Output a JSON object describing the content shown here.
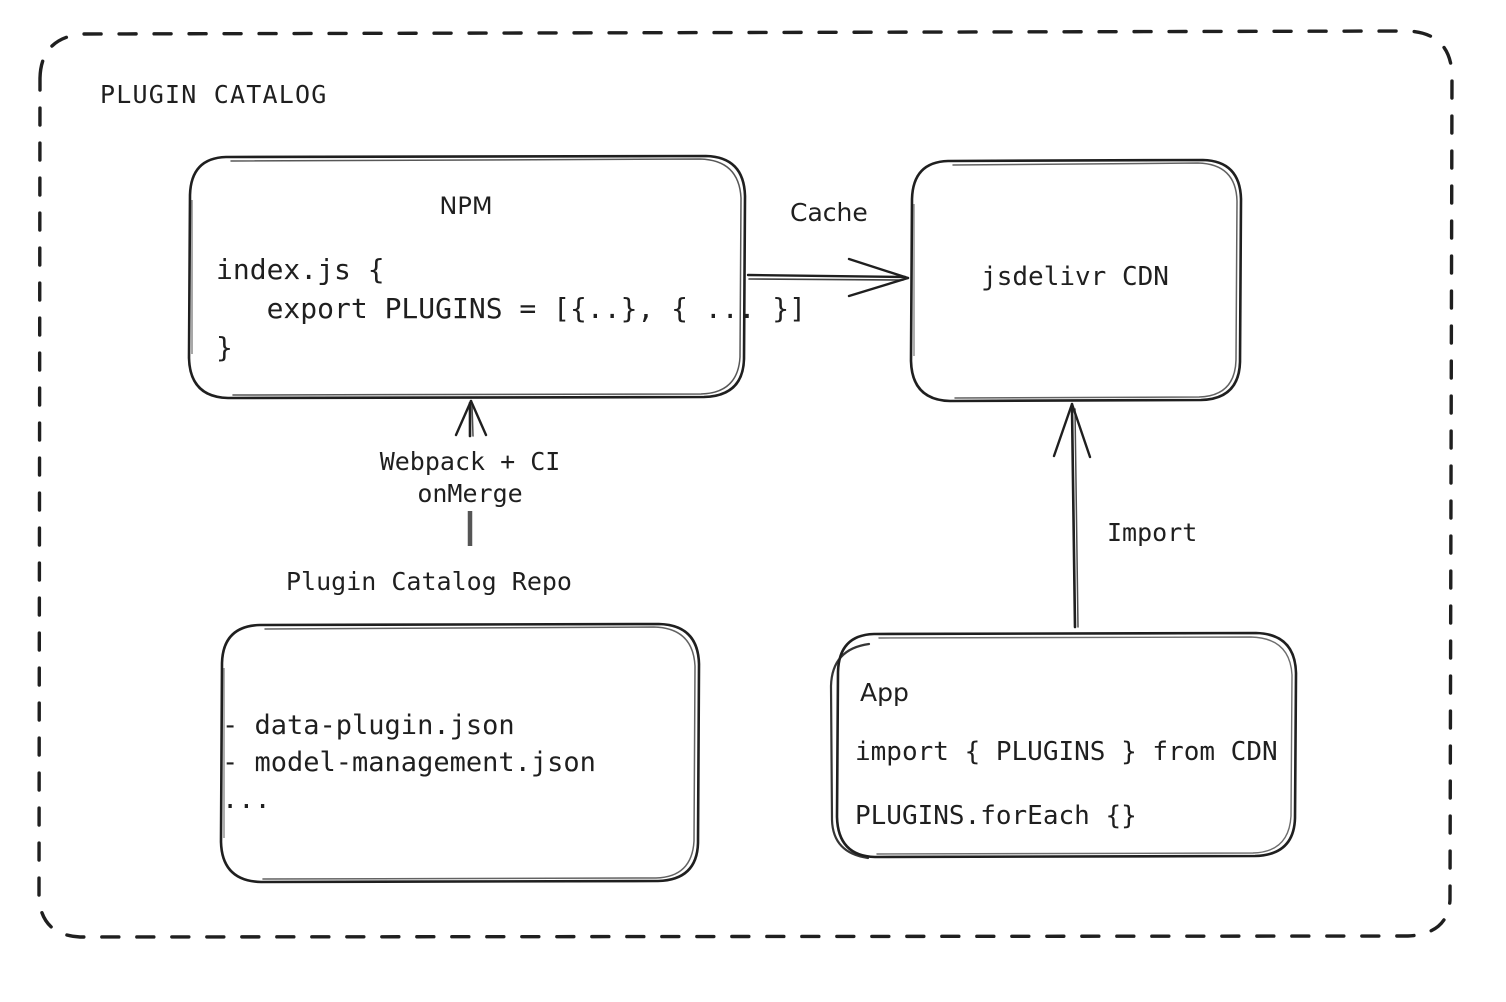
{
  "diagram": {
    "title": "PLUGIN CATALOG",
    "background": "#ffffff",
    "stroke_color": "#1f1f1f",
    "text_color": "#1f1f1f"
  },
  "nodes": {
    "npm": {
      "heading": "NPM",
      "code": "index.js {\n   export PLUGINS = [{..}, { ... }]\n}"
    },
    "cdn": {
      "heading": "jsdelivr CDN"
    },
    "repo": {
      "caption": "Plugin Catalog Repo",
      "items": "- data-plugin.json\n- model-management.json\n..."
    },
    "app": {
      "heading": "App",
      "code_line_1": "import { PLUGINS } from CDN",
      "code_line_2": "PLUGINS.forEach {}"
    }
  },
  "edges": {
    "cache": {
      "label": "Cache",
      "from": "npm",
      "to": "cdn",
      "direction": "right"
    },
    "build": {
      "label_line_1": "Webpack + CI",
      "label_line_2": "onMerge",
      "from": "repo",
      "to": "npm",
      "direction": "up"
    },
    "import": {
      "label": "Import",
      "from": "app",
      "to": "cdn",
      "direction": "up"
    }
  }
}
